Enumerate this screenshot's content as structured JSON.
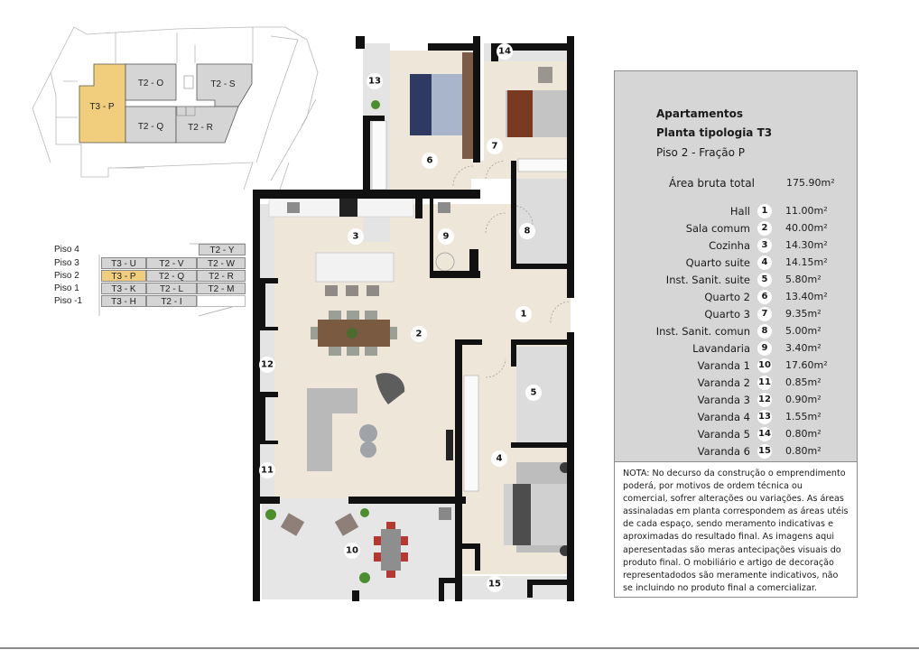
{
  "site_plan": {
    "units": [
      {
        "id": "T3 - P",
        "highlighted": true
      },
      {
        "id": "T2 - O",
        "highlighted": false
      },
      {
        "id": "T2 - S",
        "highlighted": false
      },
      {
        "id": "T2 - Q",
        "highlighted": false
      },
      {
        "id": "T2 - R",
        "highlighted": false
      }
    ],
    "highlight_color": "#f1cd7e",
    "unit_color": "#d5d5d5"
  },
  "stacking": {
    "floors": [
      {
        "label": "Piso 4",
        "units": [
          "",
          "",
          "T2 - Y"
        ]
      },
      {
        "label": "Piso 3",
        "units": [
          "T3 - U",
          "T2 - V",
          "T2 - W"
        ]
      },
      {
        "label": "Piso 2",
        "units": [
          "T3 - P",
          "T2 - Q",
          "T2 - R"
        ]
      },
      {
        "label": "Piso 1",
        "units": [
          "T3 - K",
          "T2 - L",
          "T2 - M"
        ]
      },
      {
        "label": "Piso -1",
        "units": [
          "T3 - H",
          "T2 - I",
          ""
        ]
      }
    ],
    "selected": "T3 - P"
  },
  "plan": {
    "room_numbers": [
      "1",
      "2",
      "3",
      "4",
      "5",
      "6",
      "7",
      "8",
      "9",
      "10",
      "11",
      "12",
      "13",
      "14",
      "15"
    ]
  },
  "panel": {
    "title": "Apartamentos",
    "subtitle": "Planta tipologia T3",
    "floor_unit": "Piso 2 - Fração P",
    "gross_area_label": "Área bruta total",
    "gross_area_value": "175.90m²",
    "areas": [
      {
        "n": "1",
        "name": "Hall",
        "value": "11.00m²"
      },
      {
        "n": "2",
        "name": "Sala comum",
        "value": "40.00m²"
      },
      {
        "n": "3",
        "name": "Cozinha",
        "value": "14.30m²"
      },
      {
        "n": "4",
        "name": "Quarto suite",
        "value": "14.15m²"
      },
      {
        "n": "5",
        "name": "Inst. Sanit. suite",
        "value": "5.80m²"
      },
      {
        "n": "6",
        "name": "Quarto 2",
        "value": "13.40m²"
      },
      {
        "n": "7",
        "name": "Quarto 3",
        "value": "9.35m²"
      },
      {
        "n": "8",
        "name": "Inst. Sanit. comun",
        "value": "5.00m²"
      },
      {
        "n": "9",
        "name": "Lavandaria",
        "value": "3.40m²"
      },
      {
        "n": "10",
        "name": "Varanda 1",
        "value": "17.60m²"
      },
      {
        "n": "11",
        "name": "Varanda 2",
        "value": "0.85m²"
      },
      {
        "n": "12",
        "name": "Varanda 3",
        "value": "0.90m²"
      },
      {
        "n": "13",
        "name": "Varanda 4",
        "value": "1.55m²"
      },
      {
        "n": "14",
        "name": "Varanda 5",
        "value": "0.80m²"
      },
      {
        "n": "15",
        "name": "Varanda 6",
        "value": "0.80m²"
      }
    ],
    "note": "NOTA: No decurso da construção o emprendimento poderá, por motivos de ordem técnica ou comercial, sofrer alterações ou variações.  As áreas assinaladas em planta correspondem as áreas utéis de cada espaço, sendo meramento indicativas e aproximadas do resultado final. As imagens aqui aperesentadas são meras antecipações visuais do produto final. O mobiliário e artigo de decoração representadodos são meramente indicativos, não se incluindo no produto final a comercializar."
  }
}
